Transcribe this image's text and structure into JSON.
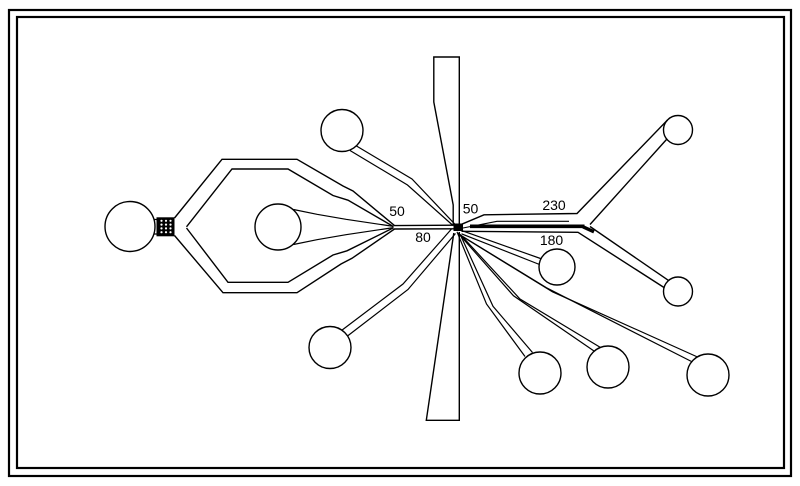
{
  "diagram": {
    "labels": {
      "left_junction": "50",
      "right_junction": "50",
      "center_channel": "80",
      "right_outlet_top": "230",
      "right_outlet_bottom": "180"
    },
    "colors": {
      "stroke": "#000000",
      "background": "#ffffff"
    }
  }
}
